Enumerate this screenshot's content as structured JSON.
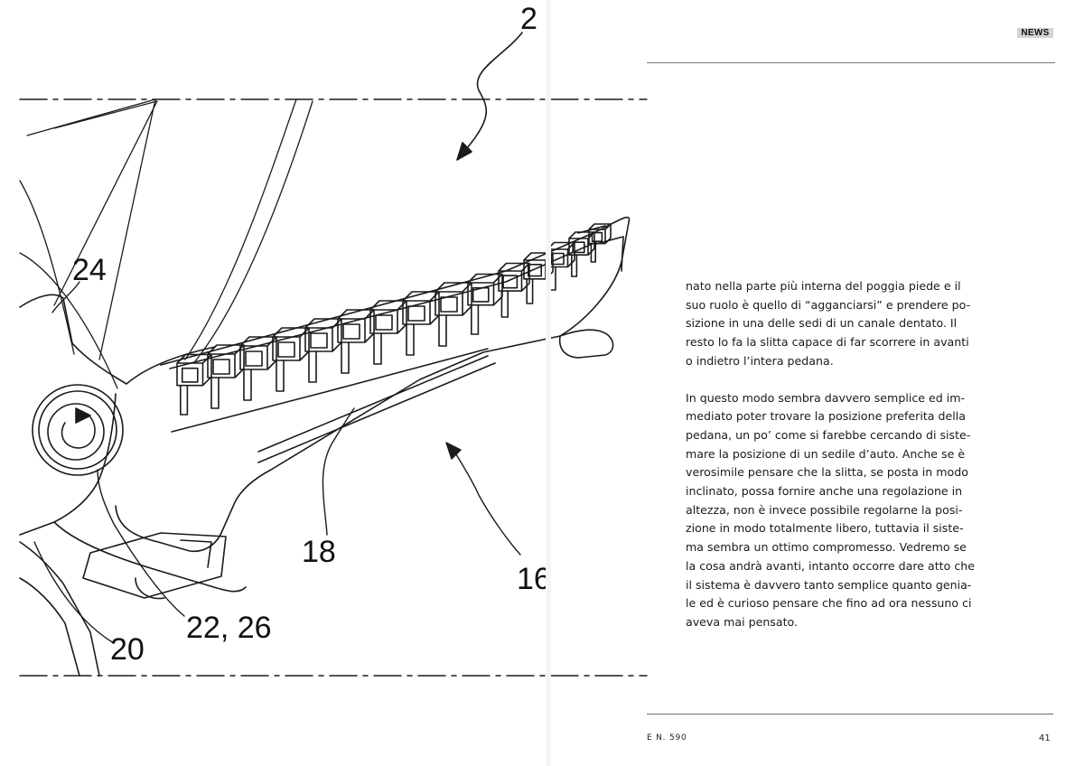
{
  "header": {
    "section_tag": "NEWS"
  },
  "figure": {
    "reference_labels": {
      "r2": "2",
      "r24": "24",
      "r18": "18",
      "r16": "16",
      "r22_26": "22, 26",
      "r20": "20"
    }
  },
  "article": {
    "paragraphs": [
      {
        "lines": [
          "nato nella parte più interna del poggia piede e il",
          "suo ruolo è quello di “agganciarsi” e prendere po-",
          "sizione in una delle sedi di un canale dentato. Il",
          "resto lo fa la slitta capace di far scorrere in avanti",
          "o indietro l’intera pedana."
        ]
      },
      {
        "lines": [
          "In questo modo sembra davvero semplice ed im-",
          "mediato poter trovare la posizione preferita della",
          "pedana, un po’ come si farebbe cercando di siste-",
          "mare la posizione di un sedile d’auto. Anche se è",
          "verosimile pensare che la slitta, se posta in modo",
          "inclinato, possa fornire anche una regolazione in",
          "altezza, non è invece possibile regolarne la posi-",
          "zione in modo totalmente libero, tuttavia il siste-",
          "ma sembra un ottimo compromesso. Vedremo se",
          "la cosa andrà avanti, intanto occorre dare atto che",
          "il sistema è davvero tanto semplice quanto genia-",
          "le ed è curioso pensare che fino ad ora nessuno ci",
          "aveva mai pensato."
        ]
      }
    ]
  },
  "footer": {
    "issue": "E N. 590",
    "page_number": "41"
  }
}
